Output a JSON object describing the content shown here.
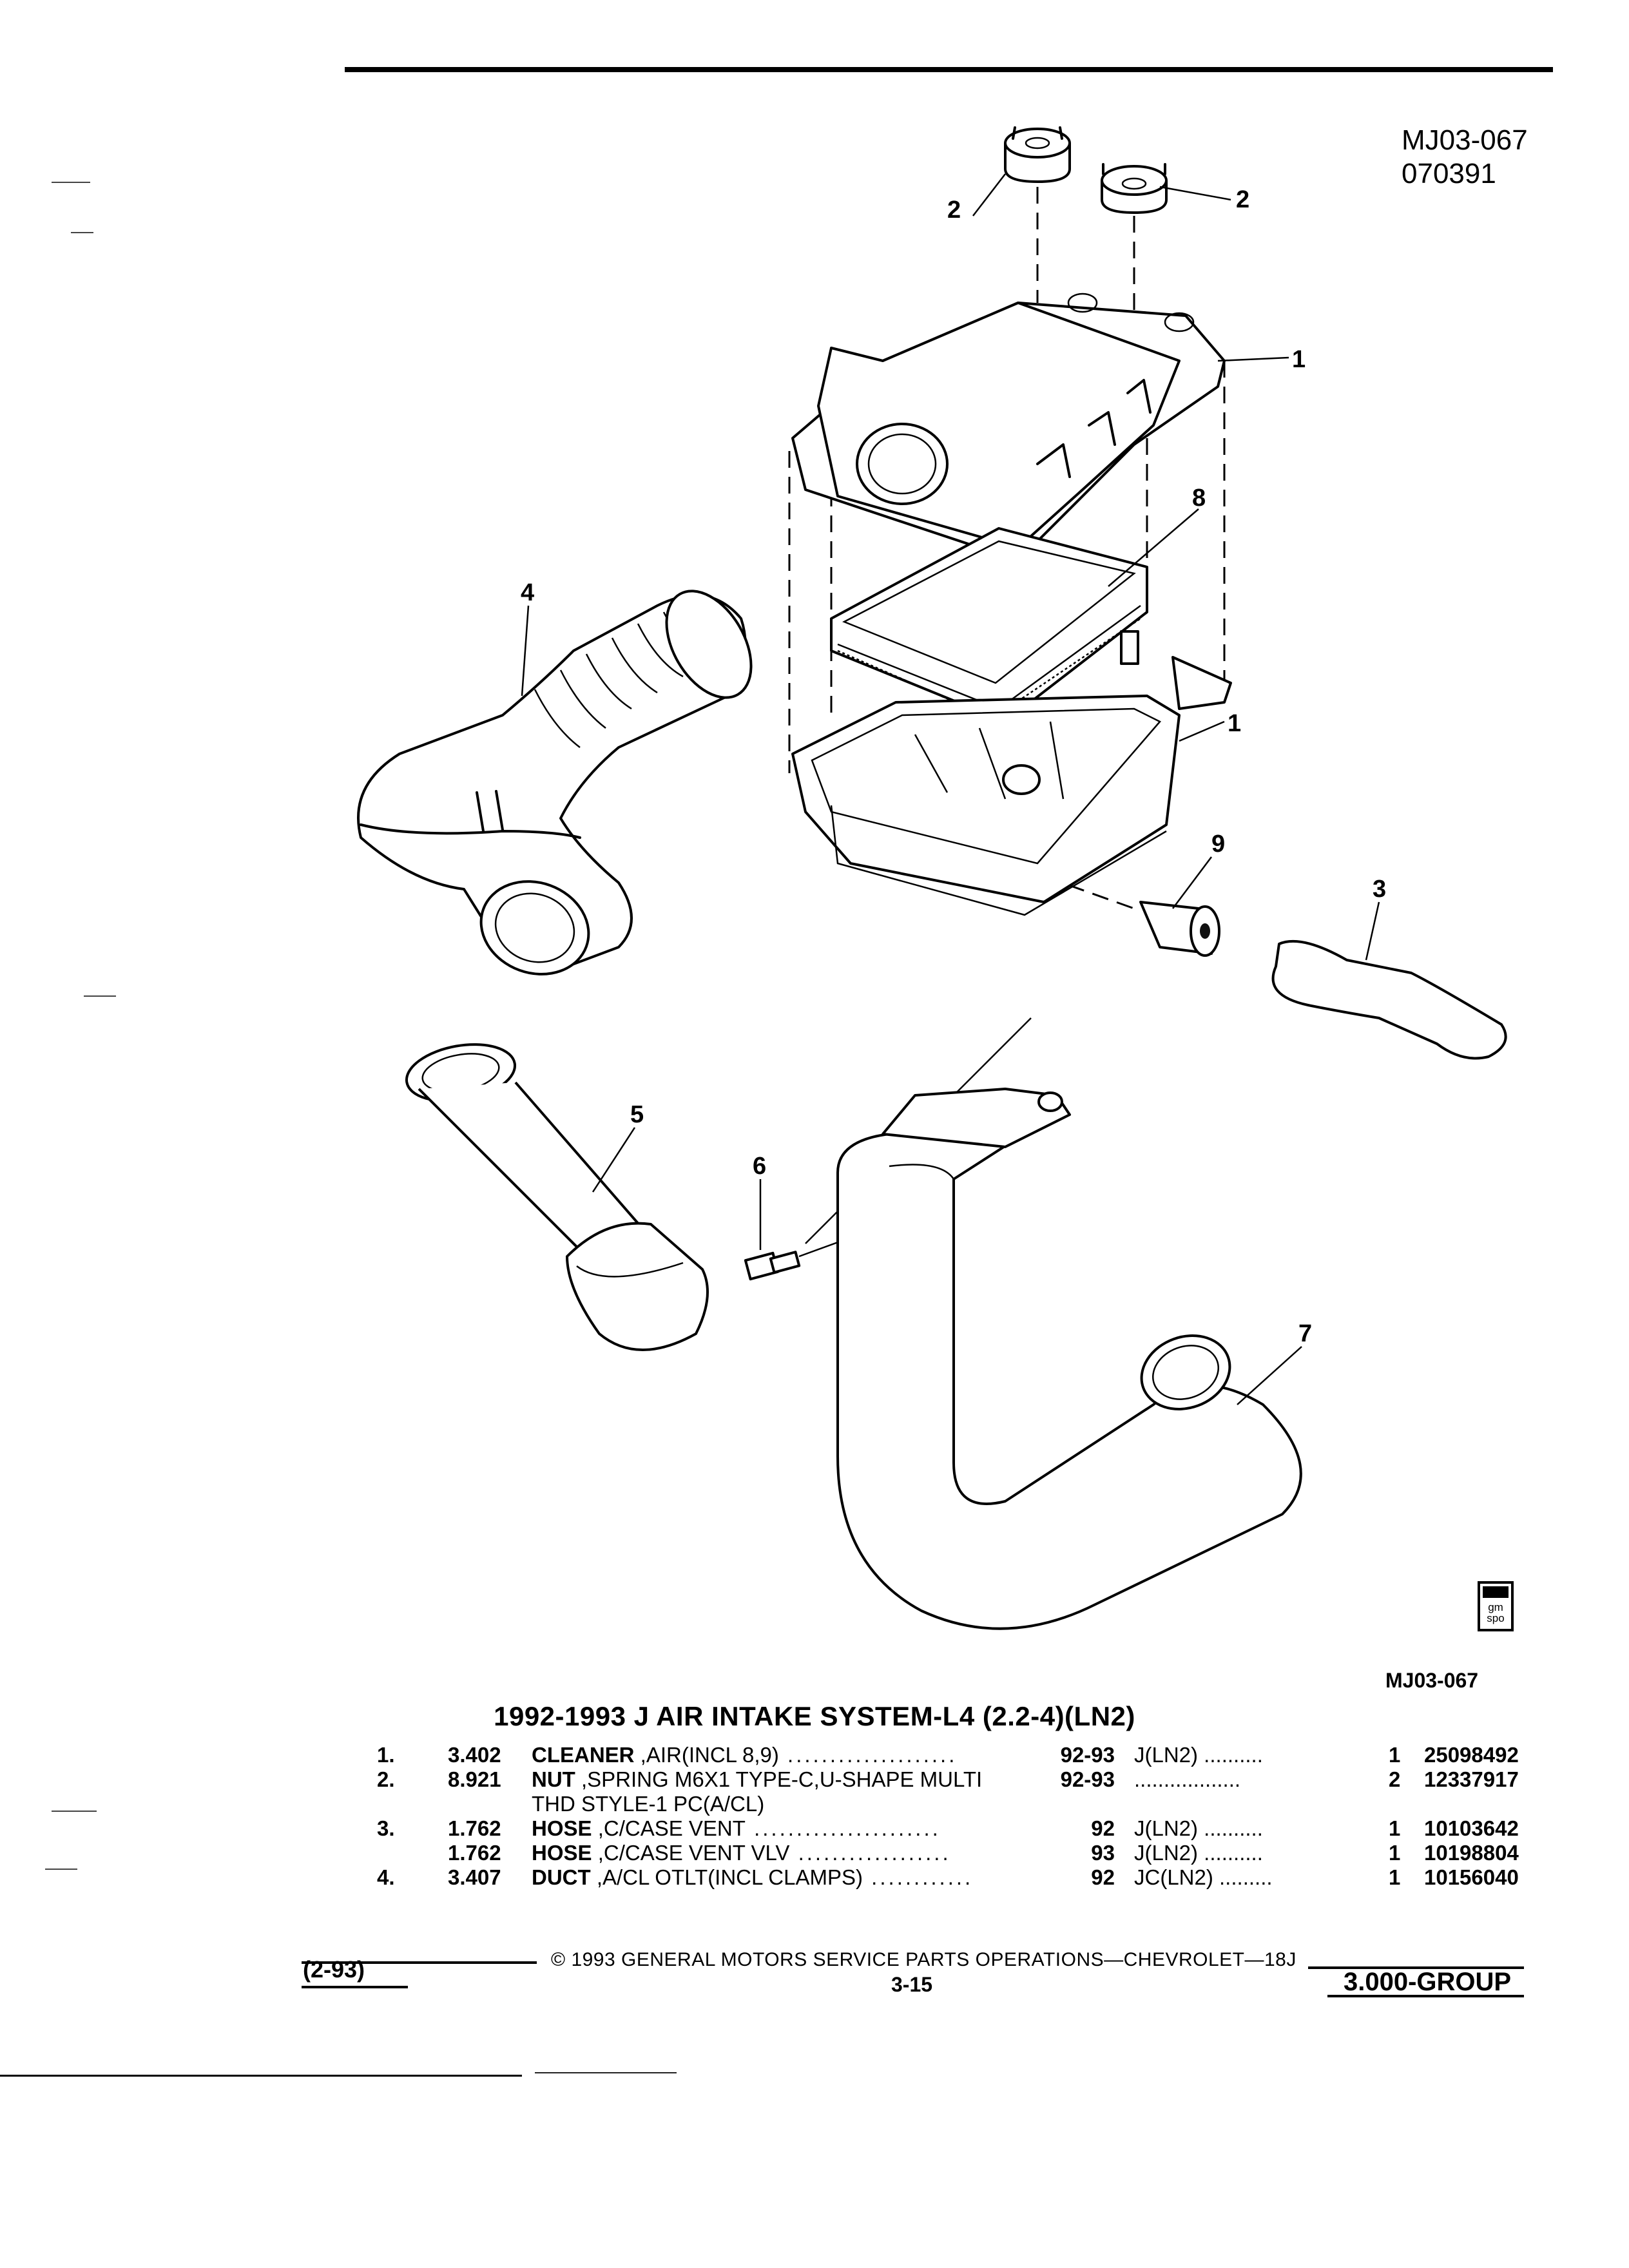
{
  "header": {
    "code": "MJ03-067",
    "date_code": "070391"
  },
  "diagram": {
    "callouts": [
      "1",
      "1",
      "2",
      "2",
      "3",
      "4",
      "5",
      "6",
      "7",
      "8",
      "9"
    ]
  },
  "logo": {
    "icon": "gm-spo-logo-icon",
    "text_line1": "gm",
    "text_line2": "spo"
  },
  "figure_code": "MJ03-067",
  "title": "1992-1993 J AIR INTAKE SYSTEM-L4 (2.2-4)(LN2)",
  "parts": [
    {
      "index": "1.",
      "group": "3.402",
      "name": "CLEANER",
      "desc": " ,AIR(INCL 8,9)",
      "leader": " ....................",
      "year": "92-93",
      "model": "J(LN2) ..........",
      "qty": "1",
      "part_no": "25098492"
    },
    {
      "index": "2.",
      "group": "8.921",
      "name": "NUT",
      "desc": " ,SPRING M6X1 TYPE-C,U-SHAPE MULTI",
      "leader": "",
      "year": "92-93",
      "model": "..................",
      "qty": "2",
      "part_no": "12337917"
    },
    {
      "index": "",
      "group": "",
      "name": "",
      "desc": "THD STYLE-1 PC(A/CL)",
      "leader": "",
      "year": "",
      "model": "",
      "qty": "",
      "part_no": ""
    },
    {
      "index": "3.",
      "group": "1.762",
      "name": "HOSE",
      "desc": " ,C/CASE VENT",
      "leader": " ......................",
      "year": "92",
      "model": "J(LN2) ..........",
      "qty": "1",
      "part_no": "10103642"
    },
    {
      "index": "",
      "group": "1.762",
      "name": "HOSE",
      "desc": " ,C/CASE VENT VLV",
      "leader": " ..................",
      "year": "93",
      "model": "J(LN2) ..........",
      "qty": "1",
      "part_no": "10198804"
    },
    {
      "index": "4.",
      "group": "3.407",
      "name": "DUCT",
      "desc": " ,A/CL OTLT(INCL CLAMPS)",
      "leader": " ............",
      "year": "92",
      "model": "JC(LN2) .........",
      "qty": "1",
      "part_no": "10156040"
    }
  ],
  "footer": {
    "revision": "(2-93)",
    "copyright": "© 1993 GENERAL MOTORS SERVICE PARTS OPERATIONS—CHEVROLET—18J",
    "page": "3-15",
    "group": "3.000-GROUP"
  }
}
